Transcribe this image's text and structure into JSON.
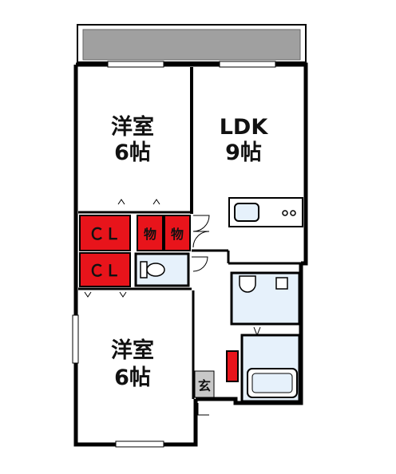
{
  "rooms": {
    "western_north": {
      "line1": "洋室",
      "line2": "6帖"
    },
    "ldk": {
      "line1": "LDK",
      "line2": "9帖"
    },
    "western_south": {
      "line1": "洋室",
      "line2": "6帖"
    }
  },
  "storage": {
    "closet_north": "ＣＬ",
    "closet_south": "ＣＬ",
    "storage_1": "物",
    "storage_2": "物",
    "entrance": "玄"
  },
  "colors": {
    "wall": "#000000",
    "balcony": "#a0a0a0",
    "storage_red": "#e8141b",
    "wet_area": "#e6f1fb",
    "entrance_floor": "#c8c8c8"
  }
}
